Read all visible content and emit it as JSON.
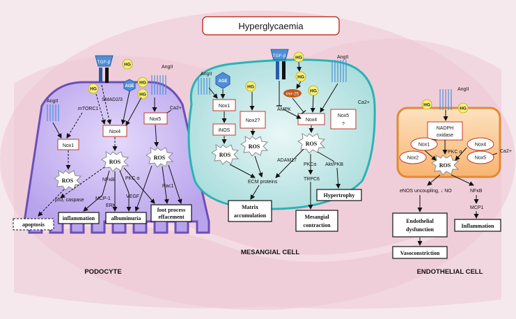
{
  "title": "Hyperglycaemia",
  "cells": {
    "podocyte": "PODOCYTE",
    "mesangial": "MESANGIAL CELL",
    "endothelial": "ENDOTHELIAL CELL"
  },
  "common": {
    "hg": "HG",
    "ros": "ROS",
    "angii": "AngII",
    "tgfb": "TGF-β",
    "age": "AGE",
    "ca": "Ca2+"
  },
  "podocyte": {
    "smad": "SMAD2/3",
    "mtorc": "mTORC1",
    "nox1": "Nox1",
    "nox4": "Nox4",
    "nox5": "Nox5",
    "nfkb": "NFκB",
    "mcp1": "MCP-1",
    "erk": "ERK",
    "pkca": "PKC α",
    "vegf": "VEGF",
    "rac1": "Rac1",
    "p53": "p53, caspase",
    "apoptosis": "apoptosis",
    "inflammation": "inflammation",
    "albuminuria": "albuminuria",
    "foot1": "foot process",
    "foot2": "effacement"
  },
  "mesangial": {
    "nox1": "Nox1",
    "inos": "iNOS",
    "nox2q": "Nox2?",
    "mir": "mir-25",
    "ampk": "AMPK",
    "nox4": "Nox4",
    "nox5": "Nox5",
    "q": "?",
    "adam": "ADAM17",
    "pkca": "PKCα",
    "akt": "Akt/PKB",
    "trpc": "TRPC6",
    "ecm": "ECM proteins",
    "hypertrophy": "Hypertrophy",
    "matrix1": "Matrix",
    "matrix2": "accumulation",
    "mes1": "Mesangial",
    "mes2": "contraction"
  },
  "endothelial": {
    "nadph1": "NADPH",
    "nadph2": "oxidase",
    "nox1": "Nox1",
    "nox2": "Nox2",
    "nox4": "Nox4",
    "nox5": "Nox5",
    "pkca": "PKC α",
    "enos": "eNOS uncoupling, ↓ NO",
    "nfkb": "NFκB",
    "mcp1": "MCP1",
    "dys1": "Endothelial",
    "dys2": "dysfunction",
    "inflammation": "Inflammation",
    "vaso": "Vasoconstriction"
  },
  "colors": {
    "podocyte_fill": "#c9b8ef",
    "mesangial_fill": "#bfe6e6",
    "endothelial_fill": "#f9c48a",
    "box_border": "#c0392b",
    "hg_fill": "#f4f07a"
  }
}
